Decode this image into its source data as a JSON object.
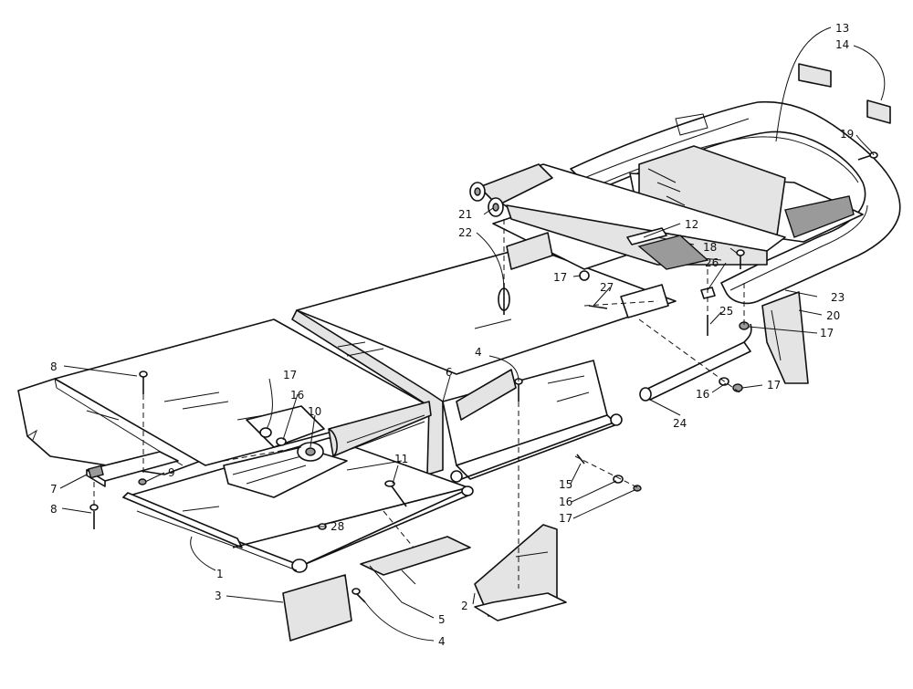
{
  "colors": {
    "ink": "#111111",
    "paper": "#ffffff",
    "shade": "#e4e4e4",
    "dark": "#9a9a9a"
  },
  "callouts": [
    {
      "id": "c1",
      "label": "1"
    },
    {
      "id": "c2",
      "label": "2"
    },
    {
      "id": "c3",
      "label": "3"
    },
    {
      "id": "c4a",
      "label": "4"
    },
    {
      "id": "c4b",
      "label": "4"
    },
    {
      "id": "c5",
      "label": "5"
    },
    {
      "id": "c6",
      "label": "6"
    },
    {
      "id": "c7",
      "label": "7"
    },
    {
      "id": "c8a",
      "label": "8"
    },
    {
      "id": "c8b",
      "label": "8"
    },
    {
      "id": "c9",
      "label": "9"
    },
    {
      "id": "c10",
      "label": "10"
    },
    {
      "id": "c11",
      "label": "11"
    },
    {
      "id": "c12",
      "label": "12"
    },
    {
      "id": "c13",
      "label": "13"
    },
    {
      "id": "c14",
      "label": "14"
    },
    {
      "id": "c15",
      "label": "15"
    },
    {
      "id": "c16a",
      "label": "16"
    },
    {
      "id": "c16b",
      "label": "16"
    },
    {
      "id": "c16c",
      "label": "16"
    },
    {
      "id": "c17a",
      "label": "17"
    },
    {
      "id": "c17b",
      "label": "17"
    },
    {
      "id": "c17c",
      "label": "17"
    },
    {
      "id": "c17d",
      "label": "17"
    },
    {
      "id": "c17e",
      "label": "17"
    },
    {
      "id": "c18",
      "label": "18"
    },
    {
      "id": "c19",
      "label": "19"
    },
    {
      "id": "c20",
      "label": "20"
    },
    {
      "id": "c21",
      "label": "21"
    },
    {
      "id": "c22",
      "label": "22"
    },
    {
      "id": "c23",
      "label": "23"
    },
    {
      "id": "c24",
      "label": "24"
    },
    {
      "id": "c25",
      "label": "25"
    },
    {
      "id": "c26",
      "label": "26"
    },
    {
      "id": "c27",
      "label": "27"
    },
    {
      "id": "c28",
      "label": "28"
    }
  ]
}
